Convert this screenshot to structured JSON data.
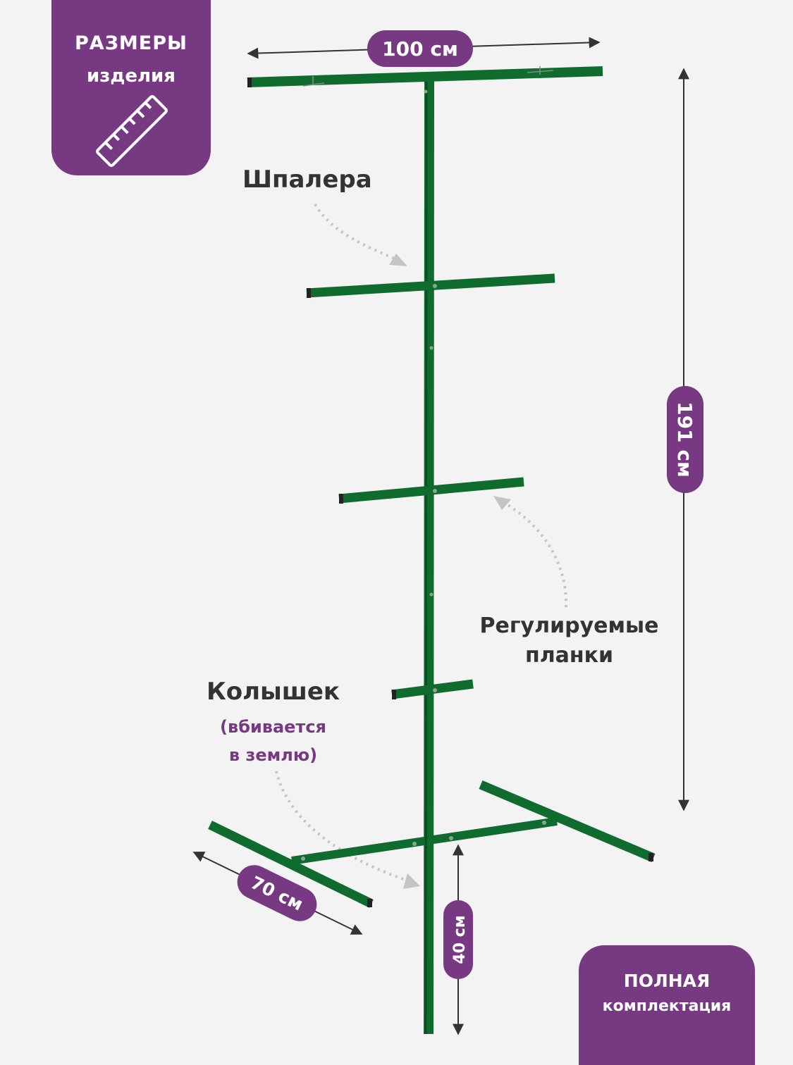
{
  "badge_size": {
    "line1": "РАЗМЕРЫ",
    "line2": "изделия",
    "icon": "ruler-icon"
  },
  "badge_kit": {
    "line1": "ПОЛНАЯ",
    "line2": "комплектация"
  },
  "labels": {
    "trellis": "Шпалера",
    "slats_line1": "Регулируемые",
    "slats_line2": "планки",
    "stake": "Колышек",
    "stake_note_line1": "(вбивается",
    "stake_note_line2": "в землю)"
  },
  "dimensions": {
    "width": "100 см",
    "height": "191 см",
    "base": "70 см",
    "stake": "40 см"
  },
  "colors": {
    "accent": "#773a82",
    "frame_green": "#0f6b2e",
    "frame_green_dark": "#0a4f22",
    "arrow_gray": "#c4c4c4",
    "text_dark": "#333333",
    "background": "#f3f3f3"
  }
}
